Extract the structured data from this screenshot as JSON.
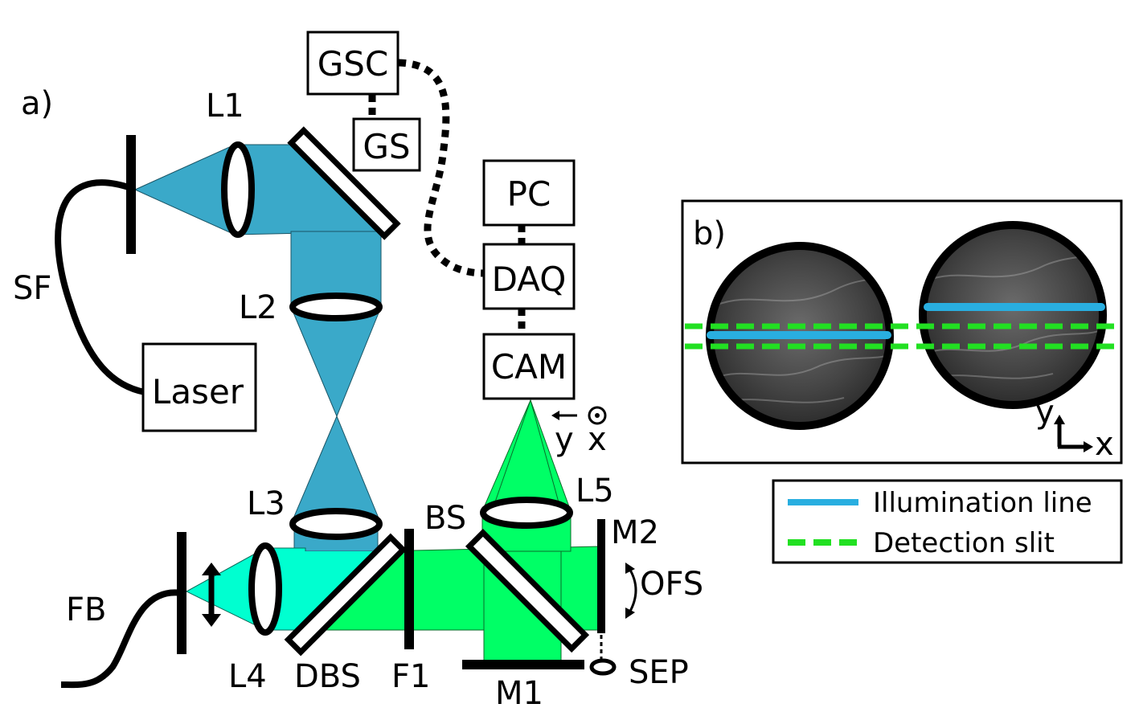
{
  "panel_a": {
    "label": "a)",
    "boxes": {
      "gsc": "GSC",
      "gs": "GS",
      "pc": "PC",
      "daq": "DAQ",
      "cam": "CAM",
      "laser": "Laser"
    },
    "components": {
      "l1": "L1",
      "l2": "L2",
      "l3": "L3",
      "l4": "L4",
      "l5": "L5",
      "sf": "SF",
      "fb": "FB",
      "bs": "BS",
      "m1": "M1",
      "m2": "M2",
      "dbs": "DBS",
      "f1": "F1",
      "ofs": "OFS",
      "sep": "SEP"
    },
    "axes": {
      "y": "y",
      "x": "x"
    }
  },
  "panel_b": {
    "label": "b)",
    "axes": {
      "y": "y",
      "x": "x"
    }
  },
  "legend": {
    "illumination": "Illumination line",
    "detection": "Detection slit"
  },
  "colors": {
    "blue_beam": "#3aa9c9",
    "cyan_beam": "#00ffd0",
    "green_beam": "#00ff66",
    "illumination_line": "#29aee0",
    "detection_slit": "#22e022",
    "outline": "#000000"
  }
}
